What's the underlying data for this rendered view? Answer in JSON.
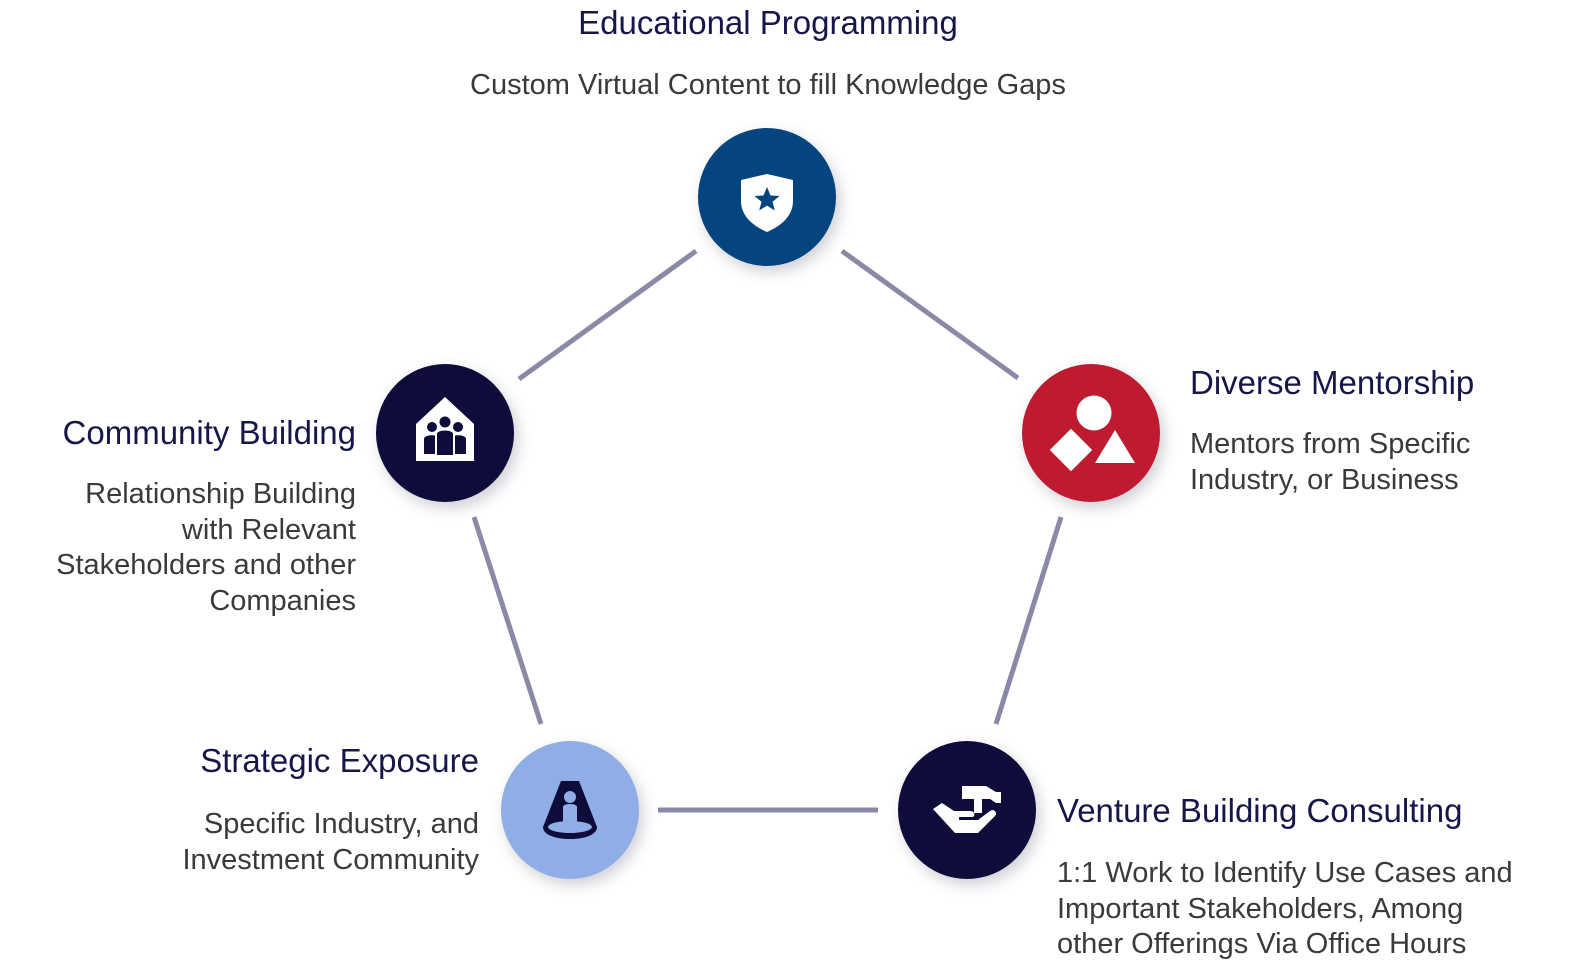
{
  "colors": {
    "connector": "#8a89a6",
    "title_text": "#16164a",
    "desc_text": "#3a3a3a"
  },
  "nodes": {
    "educational": {
      "title": "Educational Programming",
      "desc_lines": [
        "Custom Virtual Content to fill Knowledge Gaps"
      ],
      "icon": "shield-star-icon",
      "color": "#04457f"
    },
    "mentorship": {
      "title": "Diverse Mentorship",
      "desc_lines": [
        "Mentors from Specific",
        "Industry, or Business"
      ],
      "icon": "shapes-icon",
      "color": "#be1a30"
    },
    "venture": {
      "title": "Venture Building Consulting",
      "desc_lines": [
        "1:1 Work to Identify Use Cases and",
        "Important Stakeholders, Among",
        "other Offerings Via Office Hours"
      ],
      "icon": "hand-hammer-icon",
      "color": "#0d0c3a"
    },
    "exposure": {
      "title": "Strategic Exposure",
      "desc_lines": [
        "Specific Industry, and",
        "Investment Community"
      ],
      "icon": "spotlight-person-icon",
      "color": "#8eaee5"
    },
    "community": {
      "title": "Community Building",
      "desc_lines": [
        "Relationship Building",
        "with Relevant",
        "Stakeholders and other",
        "Companies"
      ],
      "icon": "house-people-icon",
      "color": "#0d0c3a"
    }
  }
}
